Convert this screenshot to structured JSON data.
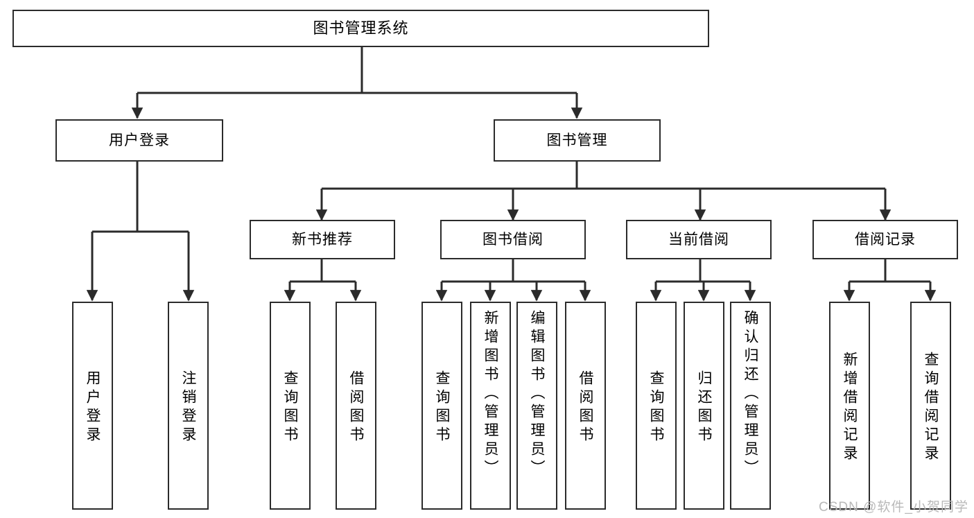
{
  "diagram": {
    "title": "图书管理系统",
    "type": "tree",
    "root": {
      "label": "图书管理系统"
    },
    "level2": [
      {
        "label": "用户登录"
      },
      {
        "label": "图书管理"
      }
    ],
    "level3": [
      {
        "label": "新书推荐"
      },
      {
        "label": "图书借阅"
      },
      {
        "label": "当前借阅"
      },
      {
        "label": "借阅记录"
      }
    ],
    "leaves": {
      "user_login": [
        {
          "label": "用户登录"
        },
        {
          "label": "注销登录"
        }
      ],
      "new_book": [
        {
          "label": "查询图书"
        },
        {
          "label": "借阅图书"
        }
      ],
      "borrow": [
        {
          "label": "查询图书"
        },
        {
          "label": "新增图书（管理员）"
        },
        {
          "label": "编辑图书（管理员）"
        },
        {
          "label": "借阅图书"
        }
      ],
      "current": [
        {
          "label": "查询图书"
        },
        {
          "label": "归还图书"
        },
        {
          "label": "确认归还（管理员）"
        }
      ],
      "records": [
        {
          "label": "新增借阅记录"
        },
        {
          "label": "查询借阅记录"
        }
      ]
    }
  },
  "watermark": {
    "text": "CSDN @软件_小贺同学"
  },
  "colors": {
    "stroke": "#2b2b2b",
    "fill": "#ffffff",
    "text": "#000000",
    "watermark": "#b9b9b9"
  }
}
